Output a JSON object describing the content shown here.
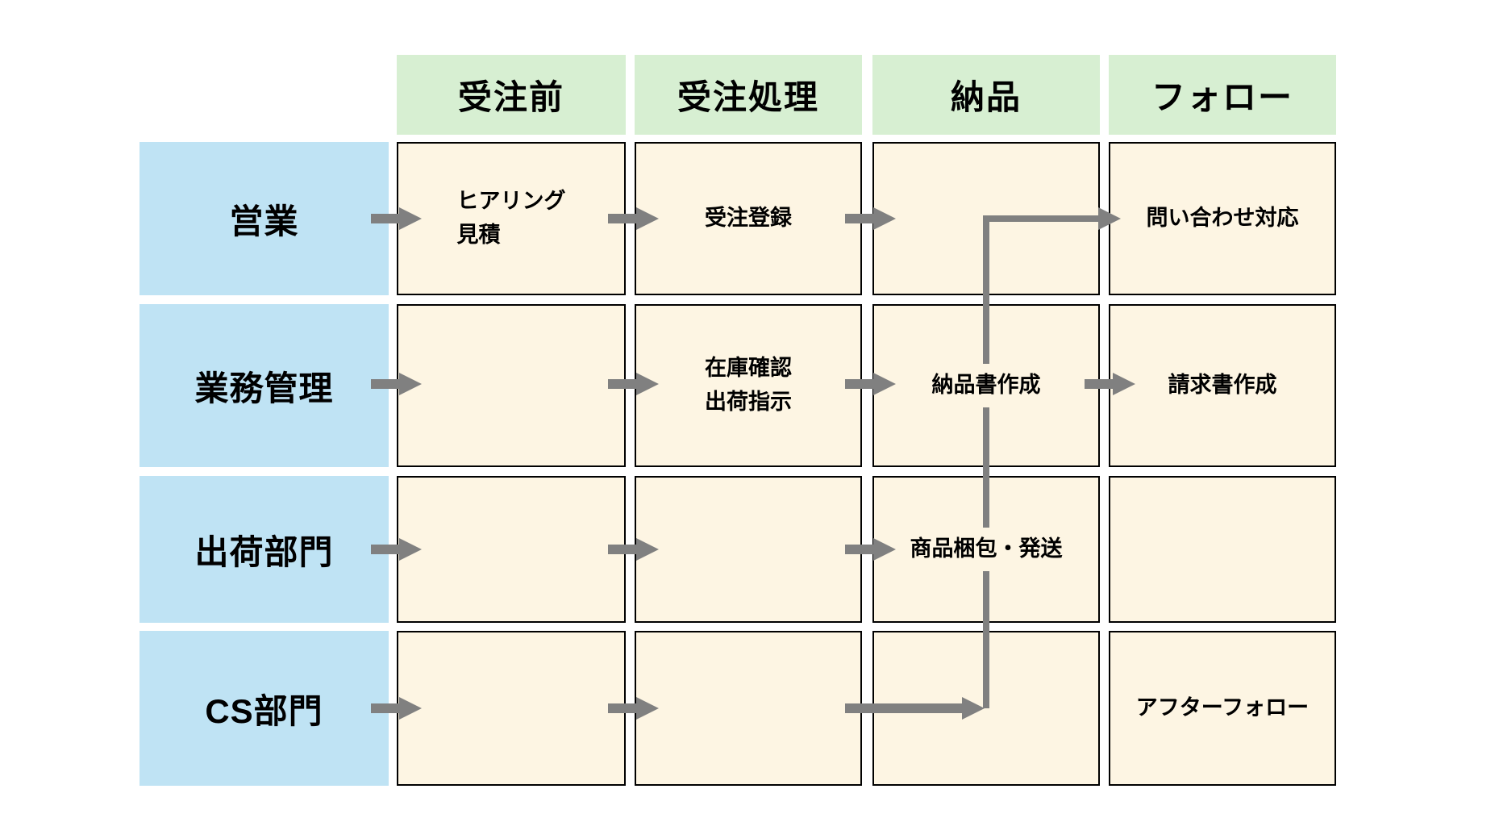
{
  "diagram": {
    "title_hint": "order-fulfillment swimlane",
    "stages": [
      {
        "label": "受注前"
      },
      {
        "label": "受注処理"
      },
      {
        "label": "納品"
      },
      {
        "label": "フォロー"
      }
    ],
    "departments": [
      {
        "label": "営業"
      },
      {
        "label": "業務管理"
      },
      {
        "label": "出荷部門"
      },
      {
        "label": "CS部門"
      }
    ],
    "tasks": {
      "hearing_estimate": "ヒアリング\n見積",
      "order_entry": "受注登録",
      "inquiry_support": "問い合わせ対応",
      "stock_check_ship_order": "在庫確認\n出荷指示",
      "delivery_note": "納品書作成",
      "invoice": "請求書作成",
      "packing_shipping": "商品梱包・発送",
      "after_follow": "アフターフォロー"
    },
    "connectors": [
      {
        "from": "営業",
        "to": "ヒアリング見積"
      },
      {
        "from": "ヒアリング見積",
        "to": "受注登録"
      },
      {
        "from": "受注登録",
        "to": "納品レーン"
      },
      {
        "from": "納品レーン縦線",
        "to": "問い合わせ対応"
      },
      {
        "from": "業務管理",
        "to": "受注前レーン"
      },
      {
        "from": "受注前レーン",
        "to": "在庫確認出荷指示"
      },
      {
        "from": "在庫確認出荷指示",
        "to": "納品書作成"
      },
      {
        "from": "納品書作成",
        "to": "請求書作成"
      },
      {
        "from": "出荷部門",
        "to": "受注前レーン"
      },
      {
        "from": "受注前レーン",
        "to": "受注処理レーン"
      },
      {
        "from": "受注処理レーン",
        "to": "商品梱包・発送"
      },
      {
        "from": "CS部門",
        "to": "受注前レーン"
      },
      {
        "from": "受注前レーン",
        "to": "受注処理レーン"
      },
      {
        "from": "受注処理レーン",
        "to": "納品レーン縦線"
      }
    ],
    "colors": {
      "stage_header_bg": "#d7efd2",
      "dept_header_bg": "#bfe3f4",
      "cell_bg": "#fdf5e3",
      "arrow": "#808080",
      "cell_border": "#000000",
      "background": "#ffffff"
    }
  }
}
